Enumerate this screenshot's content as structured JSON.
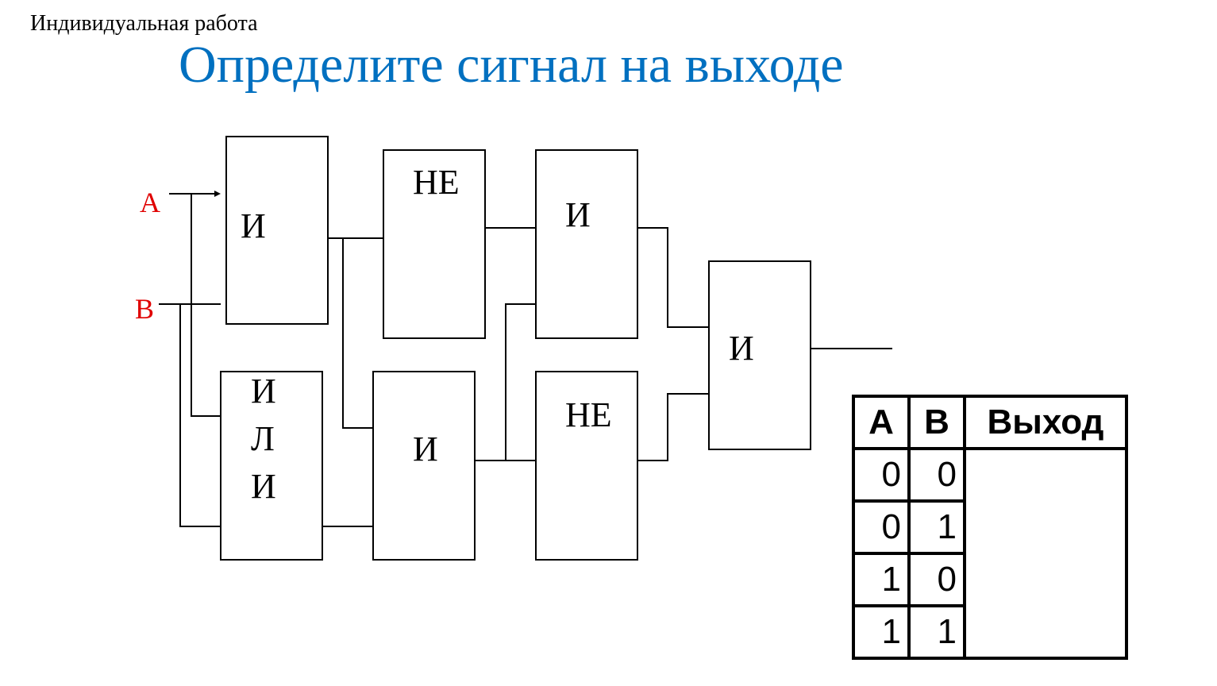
{
  "header": {
    "subtitle": "Индивидуальная работа",
    "title": "Определите сигнал на выходе"
  },
  "inputs": {
    "a": "A",
    "b": "B",
    "color": "#e00000"
  },
  "gates": {
    "and1": "И",
    "or_line1": "И",
    "or_line2": "Л",
    "or_line3": "И",
    "not1": "НЕ",
    "and2": "И",
    "and3": "И",
    "not2": "НЕ",
    "and_out": "И"
  },
  "colors": {
    "title": "#0070c0",
    "inputs": "#e00000"
  },
  "truth_table": {
    "headers": [
      "A",
      "B",
      "Выход"
    ],
    "rows": [
      [
        "0",
        "0",
        ""
      ],
      [
        "0",
        "1",
        ""
      ],
      [
        "1",
        "0",
        ""
      ],
      [
        "1",
        "1",
        ""
      ]
    ]
  }
}
